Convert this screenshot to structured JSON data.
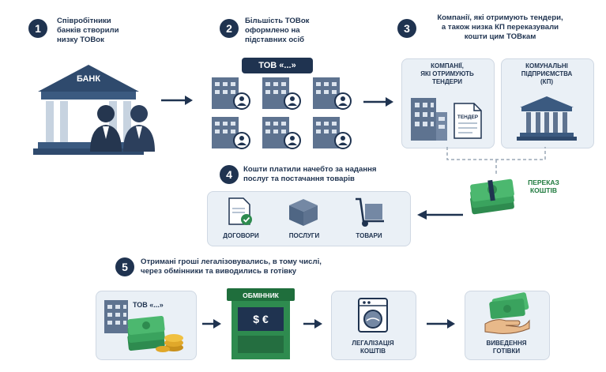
{
  "steps": [
    {
      "num": "1",
      "text_lines": [
        "Співробітники",
        "банків створили",
        "низку ТОВок"
      ]
    },
    {
      "num": "2",
      "text_lines": [
        "Більшість ТОВок",
        "оформлено на",
        "підставних осіб"
      ]
    },
    {
      "num": "3",
      "text_lines": [
        "Компанії, які отримують тендери,",
        "а також низка КП переказували",
        "кошти цим ТОВкам"
      ]
    },
    {
      "num": "4",
      "text_lines": [
        "Кошти платили начебто за надання",
        "послуг та постачання товарів"
      ]
    },
    {
      "num": "5",
      "text_lines": [
        "Отримані гроші легалізовувались, в тому числі,",
        "через обмінники та виводились в готівку"
      ]
    }
  ],
  "bank_sign": "БАНК",
  "tov_badge": "ТОВ «...»",
  "companies_box": {
    "lines": [
      "КОМПАНІЇ,",
      "ЯКІ ОТРИМУЮТЬ",
      "ТЕНДЕРИ"
    ],
    "doc_label": "ТЕНДЕР"
  },
  "municipal_box": {
    "lines": [
      "КОМУНАЛЬНІ",
      "ПІДПРИЄМСТВА",
      "(КП)"
    ]
  },
  "transfer_label": [
    "ПЕРЕКАЗ",
    "КОШТІВ"
  ],
  "deals": [
    "ДОГОВОРИ",
    "ПОСЛУГИ",
    "ТОВАРИ"
  ],
  "bottom": {
    "tov_label": "ТОВ «...»",
    "exchange_sign": "ОБМІННИК",
    "exchange_symbols": "$ €",
    "legalization": [
      "ЛЕГАЛІЗАЦІЯ",
      "КОШТІВ"
    ],
    "cash_out": [
      "ВИВЕДЕННЯ",
      "ГОТІВКИ"
    ]
  },
  "colors": {
    "navy": "#1f3350",
    "green": "#2e8b4f",
    "box_bg": "#eaf0f6"
  }
}
